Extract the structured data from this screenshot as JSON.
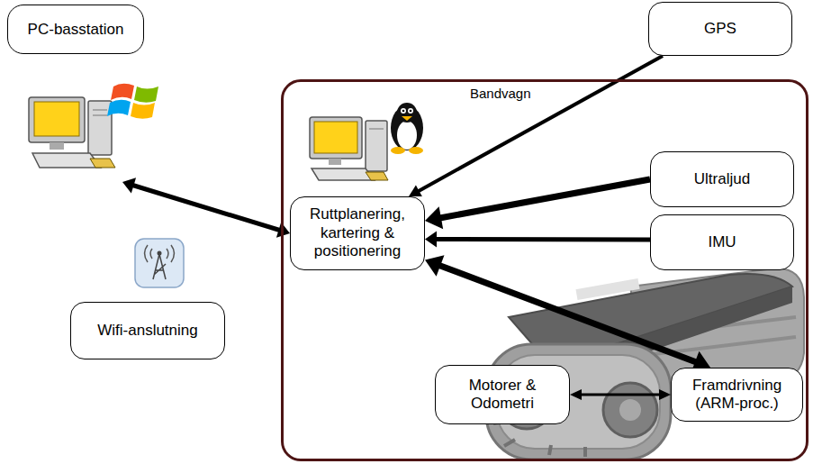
{
  "diagram": {
    "nodes": [
      {
        "text": [
          "PC-basstation"
        ]
      },
      {
        "text": [
          "Wifi-anslutning"
        ]
      },
      {
        "text": [
          "Bandvagn"
        ]
      },
      {
        "text": [
          "Ruttplanering, kartering & positionering"
        ],
        "in": 2
      },
      {
        "text": [
          "GPS"
        ],
        "in": 2
      },
      {
        "text": [
          "Ultraljud"
        ],
        "in": 2
      },
      {
        "text": [
          "IMU"
        ],
        "in": 2
      },
      {
        "text": [
          "Motorer & Odometri"
        ],
        "in": 2
      },
      {
        "text": [
          "Framdrivning (ARM-proc.)"
        ],
        "in": 2
      }
    ],
    "edges": [
      {
        "from": 0,
        "to": 3,
        "arrow": "both"
      },
      {
        "from": 4,
        "to": 3,
        "arrow": "to"
      },
      {
        "from": 5,
        "to": 3,
        "arrow": "to"
      },
      {
        "from": 6,
        "to": 3,
        "arrow": "to"
      },
      {
        "from": 3,
        "to": 8,
        "arrow": "both"
      },
      {
        "from": 7,
        "to": 8,
        "arrow": "both"
      }
    ]
  }
}
